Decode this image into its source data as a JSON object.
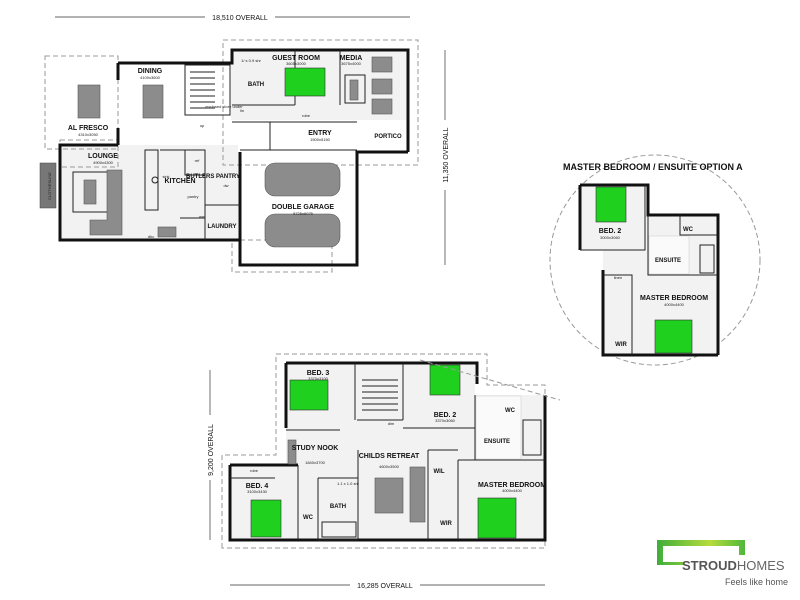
{
  "dimensions": {
    "ground_width": "18,510 OVERALL",
    "ground_depth": "11,350 OVERALL",
    "upper_width": "16,285 OVERALL",
    "upper_depth": "9,200 OVERALL"
  },
  "ground_floor": {
    "al_fresco": {
      "name": "AL FRESCO",
      "size": "4310x3050"
    },
    "dining": {
      "name": "DINING",
      "size": "4100x3600"
    },
    "lounge": {
      "name": "LOUNGE",
      "size": "4900x4300"
    },
    "kitchen": {
      "name": "KITCHEN"
    },
    "butlers_pantry": {
      "name": "BUTLERS PANTRY"
    },
    "laundry": {
      "name": "LAUNDRY"
    },
    "bath": {
      "name": "BATH"
    },
    "guest_room": {
      "name": "GUEST ROOM",
      "size": "3605x3000"
    },
    "media": {
      "name": "MEDIA",
      "size": "3675x4000"
    },
    "entry": {
      "name": "ENTRY",
      "size": "1500x5150"
    },
    "portico": {
      "name": "PORTICO"
    },
    "garage": {
      "name": "DOUBLE GARAGE",
      "size": "5725x6075"
    },
    "clothesline": "CLOTHESLINE",
    "small_labels": {
      "store": "enclosed store under",
      "up": "up",
      "robe": "robe",
      "lin": "lin",
      "sink": "sink",
      "ref": "ref",
      "dw": "dw",
      "wm": "wm",
      "pantry": "pantry",
      "dhc": "dhc",
      "shower": "1/ s 0.9 shr"
    }
  },
  "upper_floor": {
    "bed3": {
      "name": "BED. 3",
      "size": "3370x3100"
    },
    "bed2": {
      "name": "BED. 2",
      "size": "3370x3060"
    },
    "study": {
      "name": "STUDY NOOK",
      "size": "1840x3700"
    },
    "retreat": {
      "name": "CHILDS RETREAT",
      "size": "4600x3500"
    },
    "bed4": {
      "name": "BED. 4",
      "size": "3100x3430"
    },
    "wc": "WC",
    "bath": "BATH",
    "wil": "WIL",
    "wir": "WIR",
    "ensuite": "ENSUITE",
    "ensuite_wc": "WC",
    "master": {
      "name": "MASTER BEDROOM",
      "size": "4000x4400"
    },
    "small_labels": {
      "robe": "robe",
      "dim": "dim",
      "shower": "1.1 x 1.0 shr"
    }
  },
  "option_a": {
    "title": "MASTER BEDROOM / ENSUITE OPTION A",
    "bed2": {
      "name": "BED. 2",
      "size": "3000x3060"
    },
    "ensuite": "ENSUITE",
    "wc": "WC",
    "master": {
      "name": "MASTER BEDROOM",
      "size": "4000x4400"
    },
    "wir": "WIR",
    "linen": "linen"
  },
  "logo": {
    "brand_bold": "STROUD",
    "brand_light": "HOMES",
    "tagline": "Feels like home",
    "color": "#5cbf3a"
  },
  "colors": {
    "bed": "#1fd01f",
    "furniture": "#8c8c8c"
  }
}
